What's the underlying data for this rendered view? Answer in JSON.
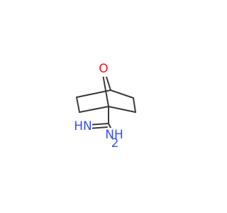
{
  "molecule": {
    "atoms": {
      "oxygen": {
        "symbol": "O",
        "color": "#ff0d0d"
      },
      "imine": {
        "symbol": "HN",
        "color": "#3050f8"
      },
      "amine": {
        "symbol": "NH",
        "subscript": "2",
        "color": "#3050f8"
      }
    },
    "bond_color": "#3a3a3a"
  }
}
